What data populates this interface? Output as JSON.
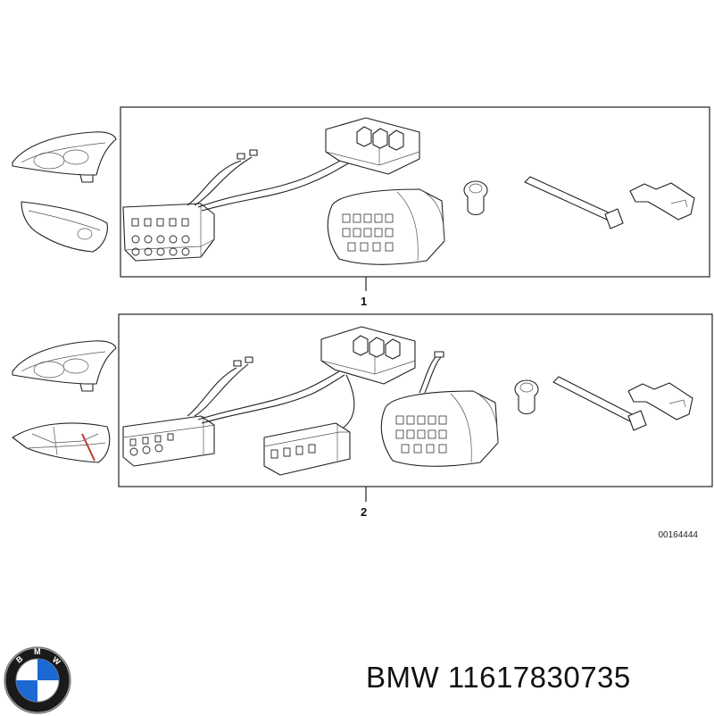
{
  "callouts": [
    "1",
    "2"
  ],
  "figure_ref": "00164444",
  "part": {
    "brand": "BMW",
    "number": "11617830735"
  },
  "logo": {
    "letters": "BMW",
    "blue": "#1c69d4",
    "black": "#1a1a1a"
  }
}
